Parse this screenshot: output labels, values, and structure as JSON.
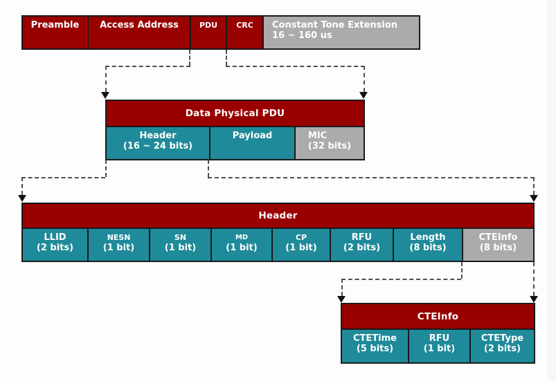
{
  "colors": {
    "red": "#990000",
    "teal": "#1f8a99",
    "gray": "#ababab",
    "border": "#1a1a1a",
    "connector": "#4d4d4d",
    "text": "#ffffff"
  },
  "packet_row": {
    "cells": [
      {
        "label": "Preamble"
      },
      {
        "label": "Access Address"
      },
      {
        "label": "PDU"
      },
      {
        "label": "CRC"
      },
      {
        "label": "Constant Tone Extension",
        "sublabel": "16 ~ 160 us"
      }
    ]
  },
  "pdu_box": {
    "title": "Data Physical PDU",
    "fields": [
      {
        "name": "Header",
        "bits": "(16 ~ 24 bits)"
      },
      {
        "name": "Payload",
        "bits": ""
      },
      {
        "name": "MIC",
        "bits": "(32 bits)"
      }
    ]
  },
  "header_box": {
    "title": "Header",
    "fields": [
      {
        "name": "LLID",
        "bits": "(2 bits)"
      },
      {
        "name": "NESN",
        "bits": "(1 bit)"
      },
      {
        "name": "SN",
        "bits": "(1 bit)"
      },
      {
        "name": "MD",
        "bits": "(1 bit)"
      },
      {
        "name": "CP",
        "bits": "(1 bit)"
      },
      {
        "name": "RFU",
        "bits": "(2 bits)"
      },
      {
        "name": "Length",
        "bits": "(8 bits)"
      },
      {
        "name": "CTEInfo",
        "bits": "(8 bits)"
      }
    ]
  },
  "cteinfo_box": {
    "title": "CTEInfo",
    "fields": [
      {
        "name": "CTETime",
        "bits": "(5 bits)"
      },
      {
        "name": "RFU",
        "bits": "(1 bit)"
      },
      {
        "name": "CTEType",
        "bits": "(2 bits)"
      }
    ]
  }
}
